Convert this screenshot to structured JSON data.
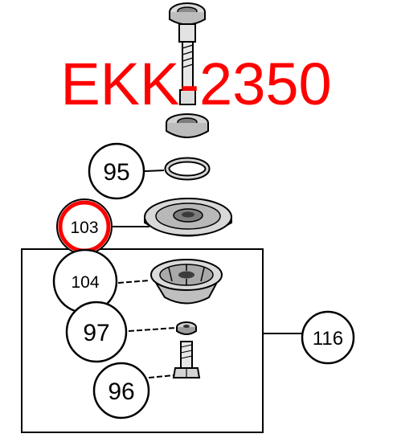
{
  "model": {
    "title": "EKK-2350",
    "color": "#ff0000"
  },
  "callouts": [
    {
      "id": "95",
      "label": "95",
      "highlight": false
    },
    {
      "id": "103",
      "label": "103",
      "highlight": true
    },
    {
      "id": "104",
      "label": "104",
      "highlight": false
    },
    {
      "id": "97",
      "label": "97",
      "highlight": false
    },
    {
      "id": "96",
      "label": "96",
      "highlight": false
    },
    {
      "id": "116",
      "label": "116",
      "highlight": false
    }
  ],
  "colors": {
    "line": "#000000",
    "highlight": "#ff0000",
    "part_fill": "#cfcfcf",
    "part_dark": "#6b6b6b"
  }
}
